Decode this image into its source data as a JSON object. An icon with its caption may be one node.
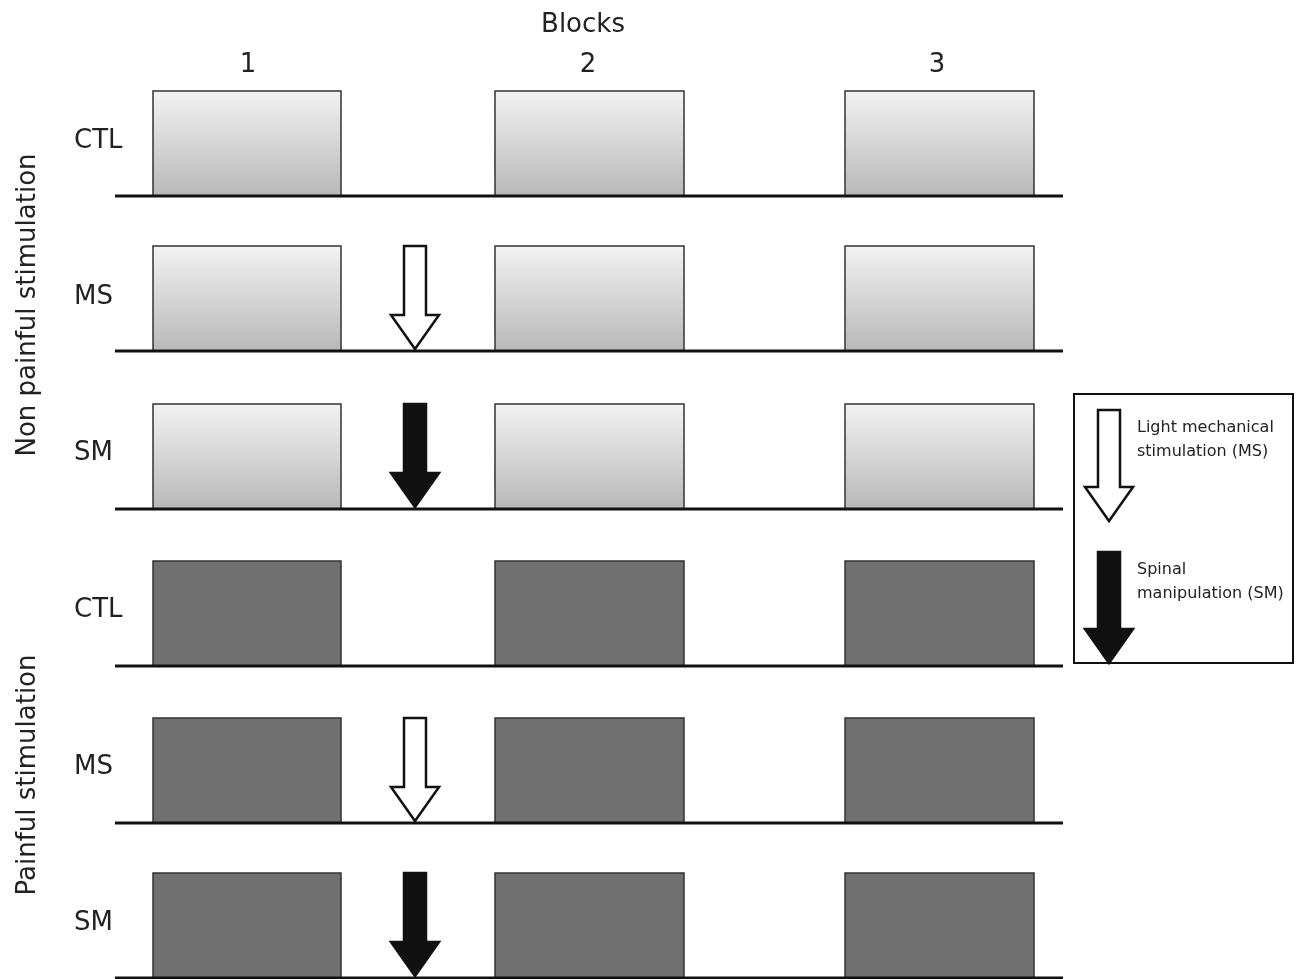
{
  "diagram": {
    "labels": [
      "Blocks",
      "1",
      "2",
      "3",
      "Non painful stimulation",
      "CTL",
      "MS",
      "SM",
      "Painful stimulation",
      "CTL",
      "MS",
      "SM"
    ],
    "legend": [
      {
        "text": "Light mechanical stimulation (MS)"
      },
      {
        "text": "Spinal manipulation (SM)"
      }
    ]
  }
}
